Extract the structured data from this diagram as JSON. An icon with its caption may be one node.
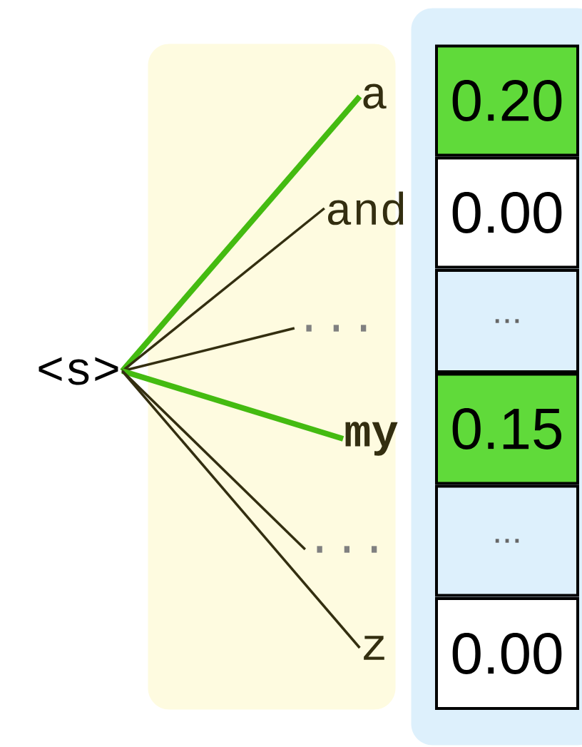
{
  "diagram": {
    "nodes": [
      {
        "text": [
          "<s>"
        ]
      },
      {
        "text": [],
        "shape": "box"
      },
      {
        "text": [
          "a"
        ],
        "in": 1
      },
      {
        "text": [
          "and"
        ],
        "in": 1
      },
      {
        "text": [
          "..."
        ],
        "in": 1
      },
      {
        "text": [
          "my"
        ],
        "in": 1
      },
      {
        "text": [
          "..."
        ],
        "in": 1
      },
      {
        "text": [
          "z"
        ],
        "in": 1
      },
      {
        "text": [],
        "shape": "box"
      },
      {
        "text": [
          "0.20"
        ],
        "in": 8
      },
      {
        "text": [
          "0.00"
        ],
        "in": 8
      },
      {
        "text": [
          "..."
        ],
        "in": 8
      },
      {
        "text": [
          "0.15"
        ],
        "in": 8
      },
      {
        "text": [
          "..."
        ],
        "in": 8
      },
      {
        "text": [
          "0.00"
        ],
        "in": 8
      }
    ],
    "edges": [
      {
        "from": 0,
        "to": 2,
        "arrow": "none",
        "style": "thick",
        "color": "#44bb11"
      },
      {
        "from": 0,
        "to": 3,
        "arrow": "none"
      },
      {
        "from": 0,
        "to": 4,
        "arrow": "none"
      },
      {
        "from": 0,
        "to": 5,
        "arrow": "none",
        "style": "thick",
        "color": "#44bb11"
      },
      {
        "from": 0,
        "to": 6,
        "arrow": "none"
      },
      {
        "from": 0,
        "to": 7,
        "arrow": "none"
      }
    ]
  }
}
